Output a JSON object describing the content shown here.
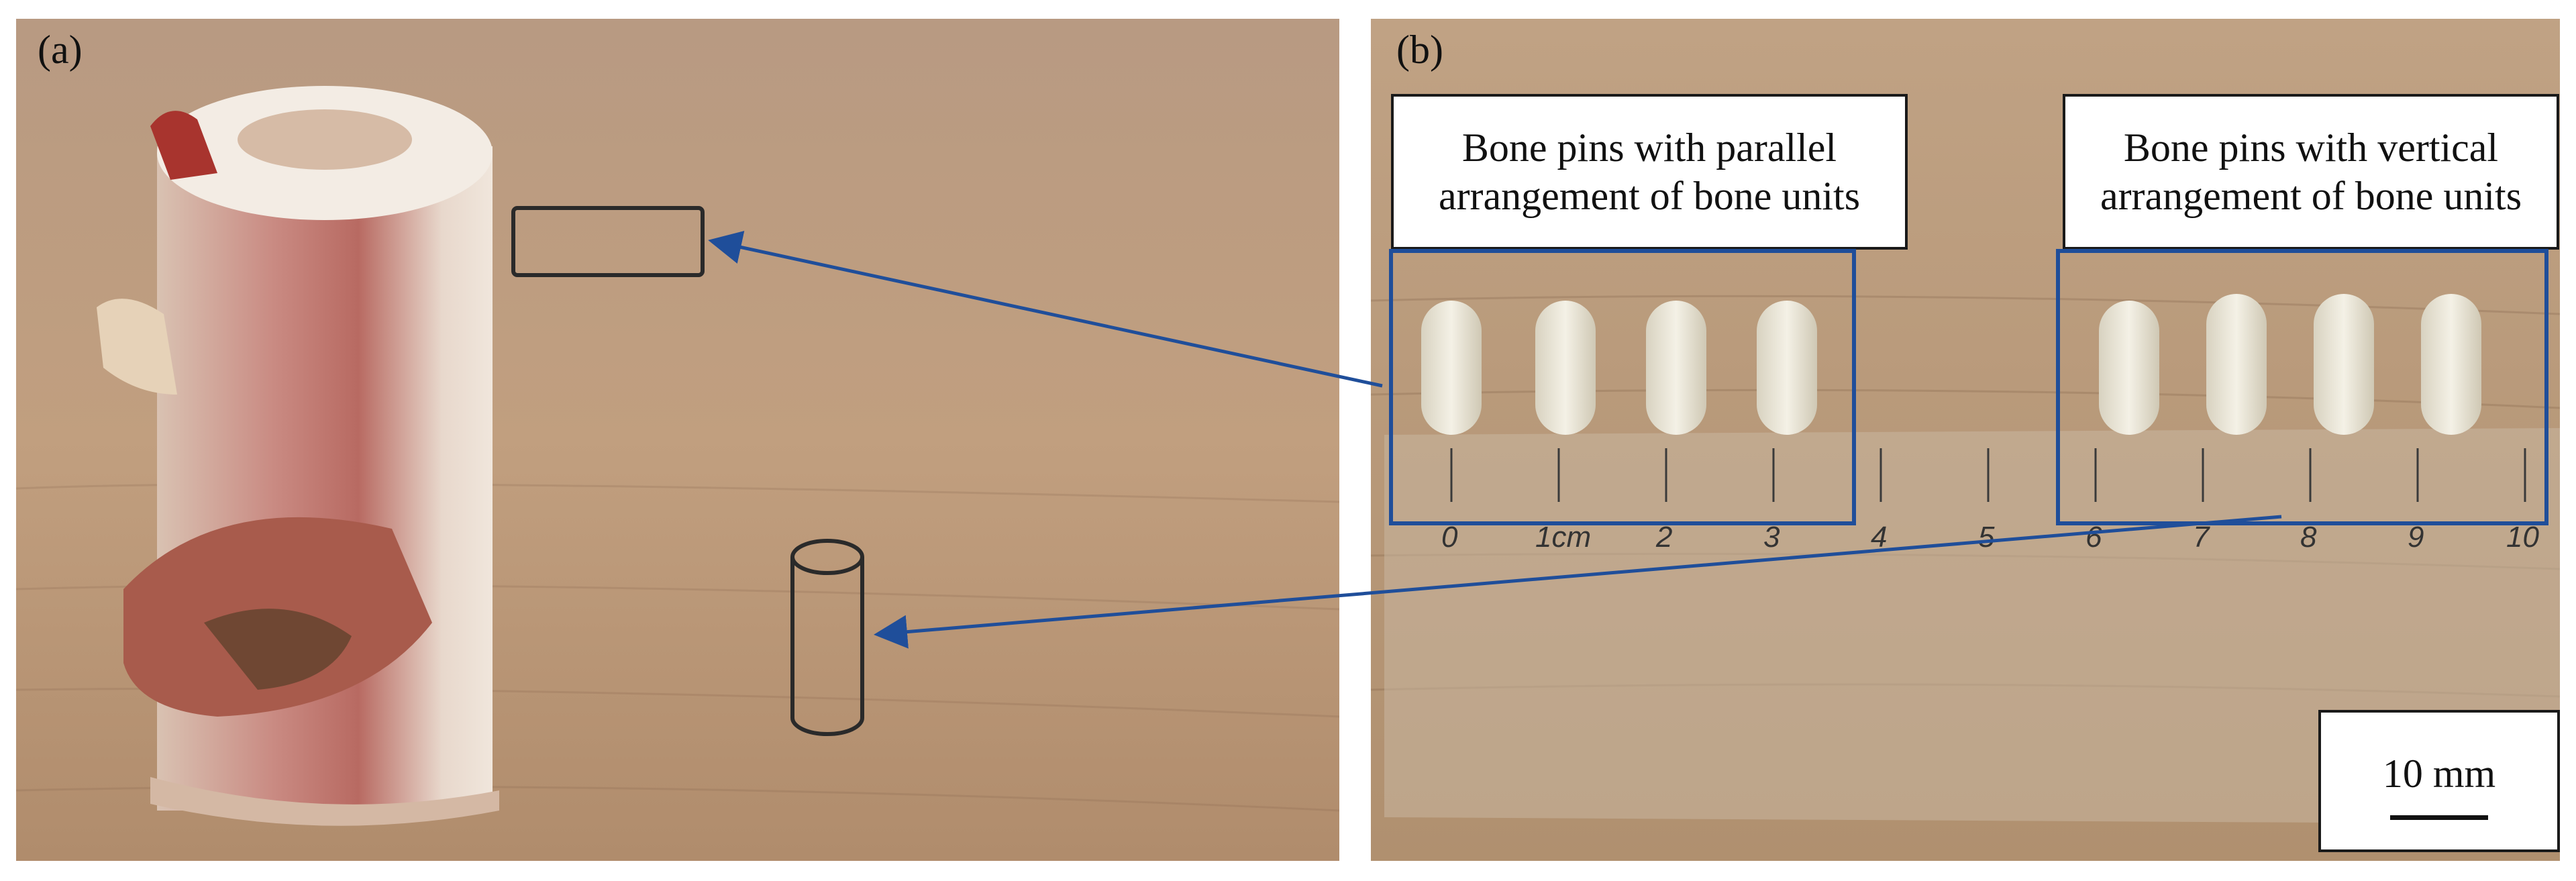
{
  "panel_a": {
    "label": "(a)"
  },
  "panel_b": {
    "label": "(b)",
    "group_parallel": {
      "line1": "Bone pins with parallel",
      "line2": "arrangement of bone units"
    },
    "group_vertical": {
      "line1": "Bone pins with vertical",
      "line2": "arrangement of bone units"
    },
    "ruler_labels": [
      "0",
      "1cm",
      "2",
      "3",
      "4",
      "5",
      "6",
      "7",
      "8",
      "9",
      "10"
    ],
    "scale_bar": {
      "label": "10 mm"
    }
  },
  "colors": {
    "annotation_blue": "#1f4e9a",
    "outline_dark": "#2a2a2a"
  }
}
